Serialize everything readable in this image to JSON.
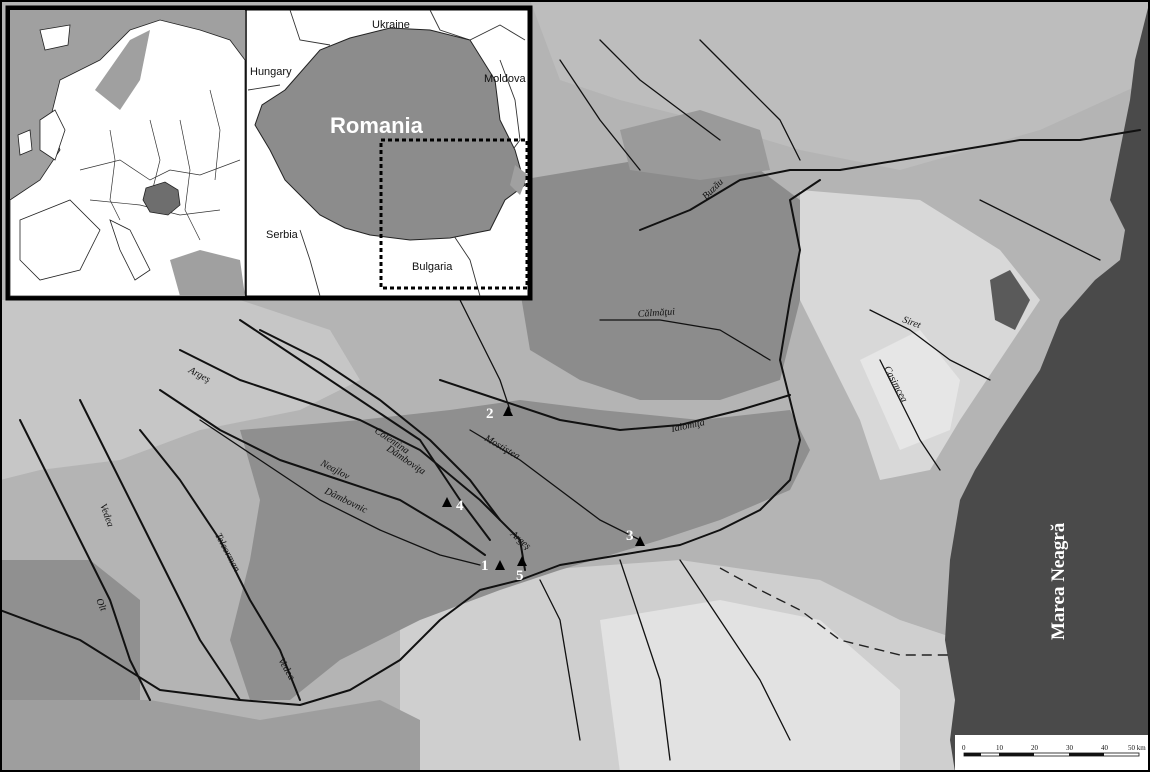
{
  "map": {
    "sea_label": "Marea Neagră",
    "colors": {
      "lowland": "#8a8a8a",
      "plain": "#a3a3a3",
      "upland": "#c3c3c3",
      "hills": "#d9d9d9",
      "sea": "#4a4a4a",
      "romania": "#8c8c8c",
      "europe_land": "#ffffff",
      "europe_water": "#a0a0a0"
    },
    "rivers": [
      "Argeş",
      "Colentina",
      "Dâmboviţa",
      "Neajlov",
      "Dâmbovnic",
      "Mostiştea",
      "Argeş",
      "Ialomiţa",
      "Călmăţui",
      "Buzău",
      "Siret",
      "Casimcea",
      "Vedea",
      "Teleorman",
      "Olt",
      "Vedea"
    ],
    "sites": [
      "1",
      "2",
      "3",
      "4",
      "5"
    ],
    "inset": {
      "country": "Romania",
      "neighbors": [
        "Ukraine",
        "Hungary",
        "Moldova",
        "Serbia",
        "Bulgaria"
      ]
    },
    "scale": {
      "ticks": [
        "0",
        "10",
        "20",
        "30",
        "40",
        "50 km"
      ]
    }
  }
}
